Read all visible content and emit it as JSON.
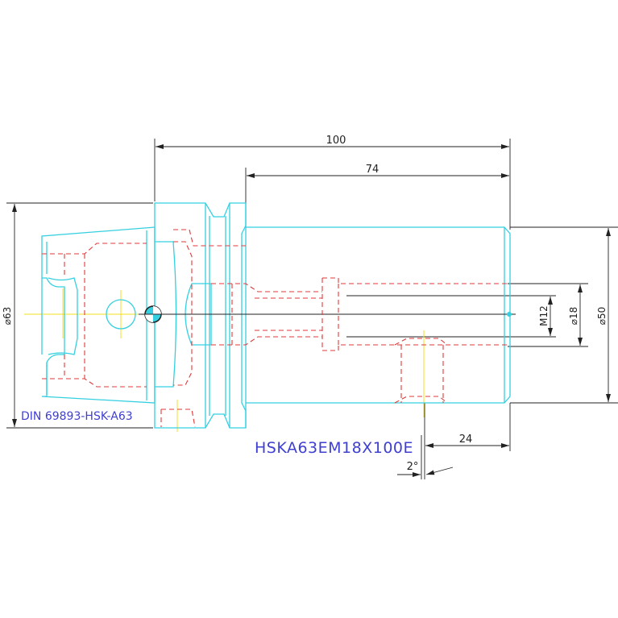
{
  "dimensions": {
    "overall_length": "100",
    "gauge_length": "74",
    "flange_diameter": "⌀63",
    "body_diameter": "⌀50",
    "bore_diameter": "⌀18",
    "thread": "M12",
    "clamp_length": "24",
    "angle": "2°"
  },
  "labels": {
    "standard": "DIN 69893-HSK-A63",
    "part_number": "HSKA63EM18X100E"
  },
  "colors": {
    "outline": "#35d0e0",
    "hidden_lines": "#e03838",
    "center_lines": "#f0e020",
    "dimension_lines": "#222222",
    "text": "#3f3fd0"
  }
}
